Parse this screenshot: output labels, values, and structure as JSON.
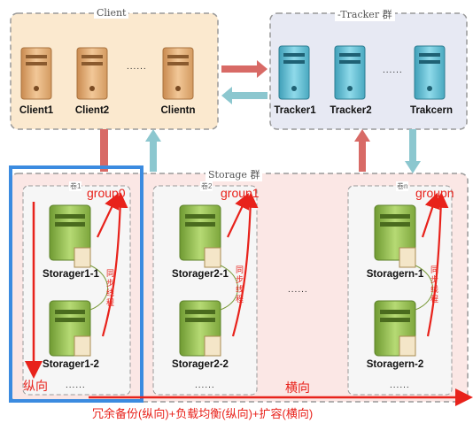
{
  "client": {
    "title": "Client",
    "nodes": [
      "Client1",
      "Client2",
      "Clientn"
    ],
    "ellipsis": "......"
  },
  "tracker": {
    "title": "-Tracker 群",
    "nodes": [
      "Tracker1",
      "Tracker2",
      "Trakcern"
    ],
    "ellipsis": "......"
  },
  "storage": {
    "title": "Storage 群",
    "volumes": [
      {
        "label": "卷1",
        "group": "group0",
        "nodes": [
          "Storager1-1",
          "Storager1-2"
        ],
        "sync": "同步\n线程",
        "ellipsis": "......"
      },
      {
        "label": "卷2",
        "group": "group1",
        "nodes": [
          "Storager2-1",
          "Storager2-2"
        ],
        "sync": "同步\n线程",
        "ellipsis": "......"
      },
      {
        "label": "卷n",
        "group": "groupn",
        "nodes": [
          "Storagern-1",
          "Storagern-2"
        ],
        "sync": "同步\n线程",
        "ellipsis": "......"
      }
    ],
    "middle_ellipsis": "......"
  },
  "annotations": {
    "vertical": "纵向",
    "horizontal": "横向",
    "caption": "冗余备份(纵向)+负载均衡(纵向)+扩容(横向)"
  },
  "colors": {
    "client_bg": "#fbe9cf",
    "tracker_bg": "#e7e9f3",
    "storage_bg": "#fbe7e5",
    "accent_red": "#e8221b",
    "highlight_blue": "#3b8be0",
    "arrow_red": "#d86a66",
    "arrow_teal": "#8cc7cf",
    "server_tan": "#e9b784",
    "server_blue": "#6cc4d8",
    "server_green": "#9fc75a"
  }
}
